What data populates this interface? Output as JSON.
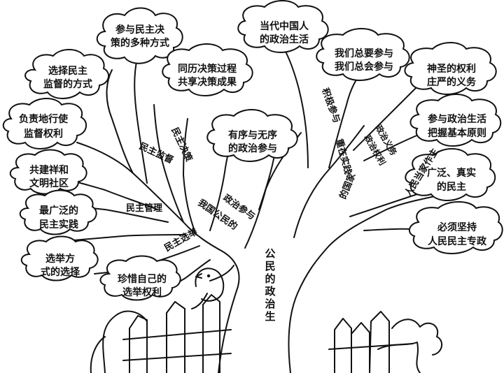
{
  "trunk": {
    "title": "公民的政治生活"
  },
  "clouds": {
    "participate": [
      "参与民主决",
      "策的多种方式"
    ],
    "supervise": [
      "选择民主",
      "监督的方式"
    ],
    "experience": [
      "同历决策过程",
      "共享决策成果"
    ],
    "responsible": [
      "负责地行使",
      "监督权利"
    ],
    "community": [
      "共建祥和",
      "文明社区"
    ],
    "practice": [
      "最广泛的",
      "民主实践"
    ],
    "election_method": [
      "选举方",
      "式的选择"
    ],
    "cherish": [
      "珍惜自己的",
      "选举权利"
    ],
    "orderly": [
      "有序与无序",
      "的政治参与"
    ],
    "life": [
      "当代中国人",
      "的政治生活"
    ],
    "must": [
      "我们总要参与",
      "我们总会参与"
    ],
    "sacred": [
      "神圣的权利",
      "庄严的义务"
    ],
    "principle": [
      "参与政治生活",
      "把握基本原则"
    ],
    "broad": [
      "广泛、真实",
      "的民主"
    ],
    "dictatorship": [
      "必须坚持",
      "人民民主专政"
    ]
  },
  "branches": {
    "supervision": "民主监督",
    "decision": "民主决策",
    "management": "民主管理",
    "election": "民主选举",
    "participation": "政治参与",
    "citizen": "我国公民的",
    "positive": "积极参与",
    "practice": "重在实践",
    "duty": "政治义务",
    "rights": "政治权利",
    "people": "人民当家作主",
    "master": "的国家"
  }
}
